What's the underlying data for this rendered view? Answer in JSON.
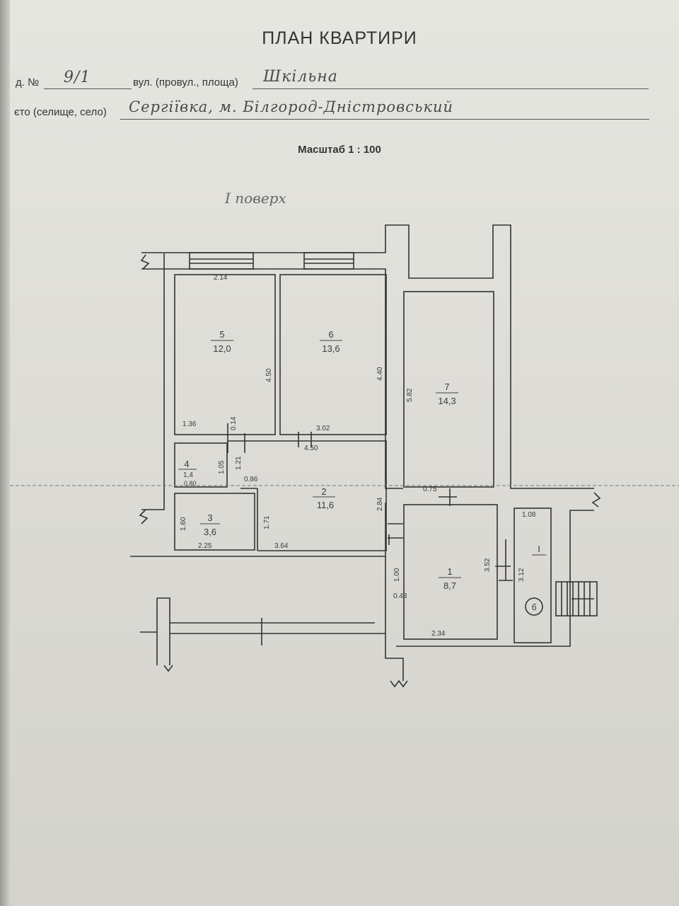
{
  "header": {
    "title": "ПЛАН КВАРТИРИ",
    "house_label": "д. №",
    "house_number": "9/1",
    "street_label": "вул. (провул., площа)",
    "street_value": "Шкільна",
    "city_label": "єто (селище, село)",
    "city_value": "Сергіївка, м. Білгород-Дністровський",
    "scale": "Масштаб 1 : 100",
    "floor": "I поверх"
  },
  "rooms": {
    "r5": {
      "number": "5",
      "area": "12,0"
    },
    "r6": {
      "number": "6",
      "area": "13,6"
    },
    "r7": {
      "number": "7",
      "area": "14,3"
    },
    "r4": {
      "number": "4",
      "area": "1,4"
    },
    "r3": {
      "number": "3",
      "area": "3,6"
    },
    "r2": {
      "number": "2",
      "area": "11,6"
    },
    "r1": {
      "number": "1",
      "area": "8,7"
    },
    "rI": {
      "number": "I"
    },
    "stair_badge": "б"
  },
  "dimensions": {
    "d_214": "2.14",
    "d_450_v": "4.50",
    "d_440": "4.40",
    "d_582": "5.82",
    "d_136": "1.36",
    "d_014": "0.14",
    "d_302": "3.02",
    "d_450_h": "4.50",
    "d_105": "1.05",
    "d_121": "1.21",
    "d_086": "0.86",
    "d_080": "0.80",
    "d_284": "2.84",
    "d_075": "0.75",
    "d_108": "1.08",
    "d_160": "1.60",
    "d_171": "1.71",
    "d_225": "2.25",
    "d_364": "3.64",
    "d_100": "1.00",
    "d_043": "0.43",
    "d_352": "3.52",
    "d_312": "3.12",
    "d_234": "2.34"
  }
}
